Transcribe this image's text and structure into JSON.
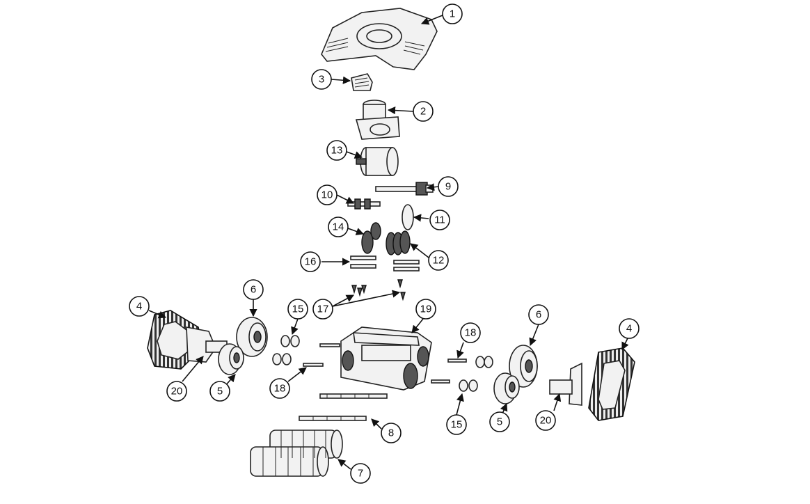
{
  "diagram": {
    "callouts": [
      {
        "id": "c1",
        "label": "1"
      },
      {
        "id": "c2",
        "label": "2"
      },
      {
        "id": "c3",
        "label": "3"
      },
      {
        "id": "c4a",
        "label": "4"
      },
      {
        "id": "c4b",
        "label": "4"
      },
      {
        "id": "c5a",
        "label": "5"
      },
      {
        "id": "c5b",
        "label": "5"
      },
      {
        "id": "c6a",
        "label": "6"
      },
      {
        "id": "c6b",
        "label": "6"
      },
      {
        "id": "c7",
        "label": "7"
      },
      {
        "id": "c8",
        "label": "8"
      },
      {
        "id": "c9",
        "label": "9"
      },
      {
        "id": "c10",
        "label": "10"
      },
      {
        "id": "c11",
        "label": "11"
      },
      {
        "id": "c12",
        "label": "12"
      },
      {
        "id": "c13",
        "label": "13"
      },
      {
        "id": "c14",
        "label": "14"
      },
      {
        "id": "c15a",
        "label": "15"
      },
      {
        "id": "c15b",
        "label": "15"
      },
      {
        "id": "c16",
        "label": "16"
      },
      {
        "id": "c17",
        "label": "17"
      },
      {
        "id": "c18a",
        "label": "18"
      },
      {
        "id": "c18b",
        "label": "18"
      },
      {
        "id": "c19",
        "label": "19"
      },
      {
        "id": "c20a",
        "label": "20"
      },
      {
        "id": "c20b",
        "label": "20"
      }
    ]
  }
}
